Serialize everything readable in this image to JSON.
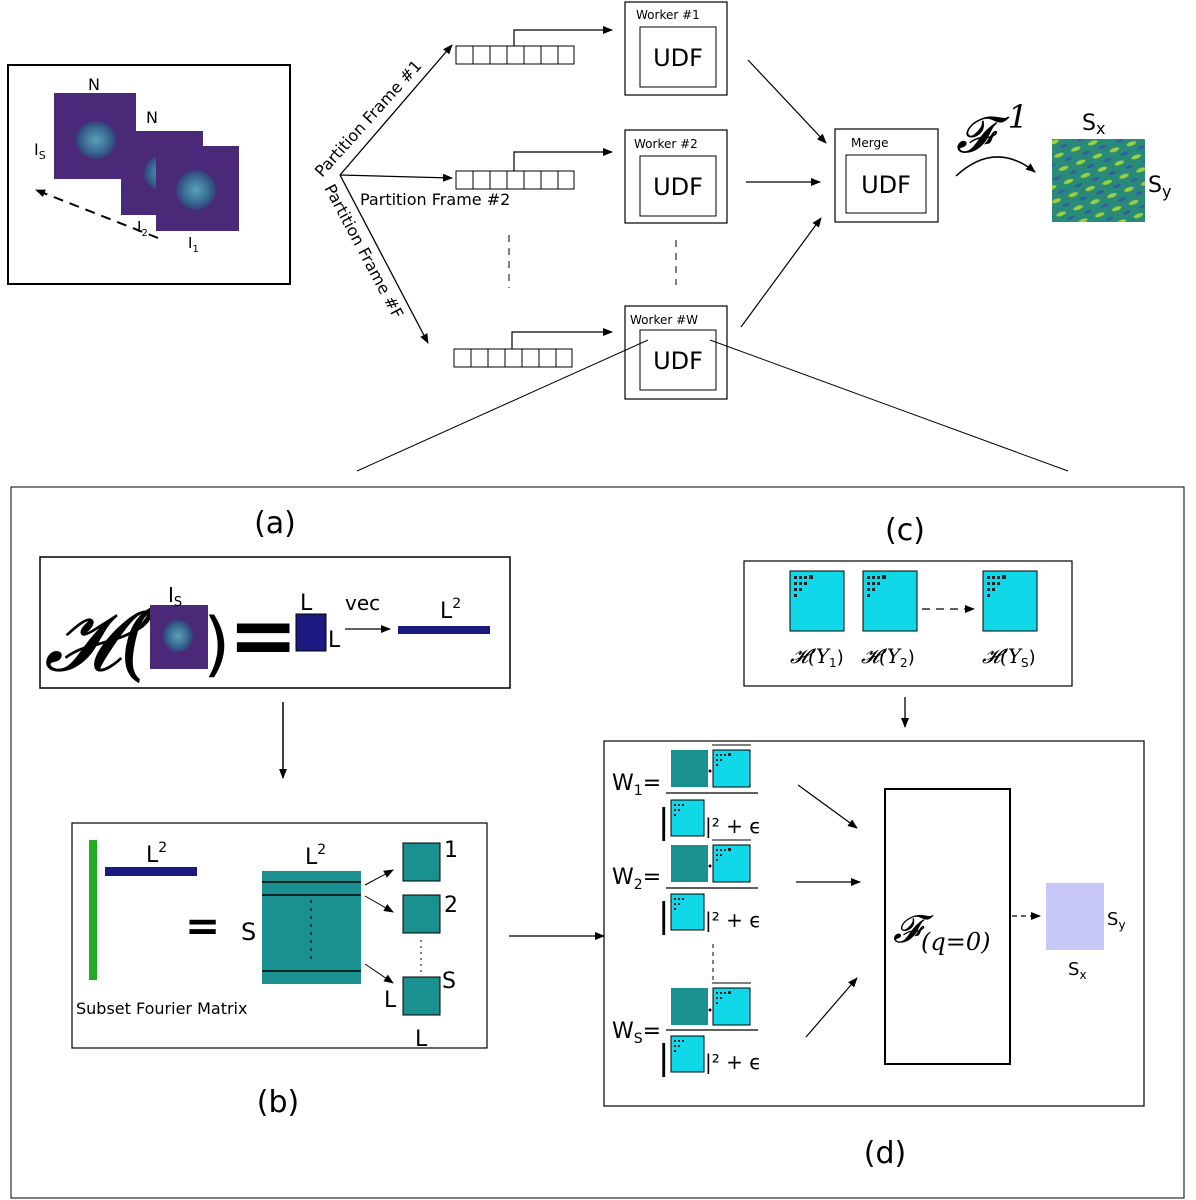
{
  "input": {
    "n_top": "N",
    "n_mid": "N",
    "i_s": "I",
    "i_s_sub": "S",
    "i_2": "I",
    "i_2_sub": "2",
    "i_1": "I",
    "i_1_sub": "1"
  },
  "partitions": {
    "p1": "Partition Frame #1",
    "p2": "Partition Frame #2",
    "pf": "Partition Frame #F"
  },
  "workers": {
    "w1": "Worker #1",
    "w2": "Worker #2",
    "ww": "Worker #W",
    "udf": "UDF"
  },
  "merge": {
    "title": "Merge",
    "udf": "UDF"
  },
  "inverse": {
    "op": "𝓕",
    "sup": "-1"
  },
  "output": {
    "sx": "S",
    "sx_sub": "x",
    "sy": "S",
    "sy_sub": "y"
  },
  "panel_labels": {
    "a": "(a)",
    "b": "(b)",
    "c": "(c)",
    "d": "(d)"
  },
  "panel_a": {
    "hankel": "𝓗(",
    "close": ")",
    "equals": "=",
    "is": "I",
    "is_sub": "S",
    "l_top": "L",
    "l_side": "L",
    "vec": "vec",
    "l2": "L",
    "l2_sup": "2"
  },
  "panel_b": {
    "l2_left": "L",
    "l2_left_sup": "2",
    "l2_mid": "L",
    "l2_mid_sup": "2",
    "equals": "=",
    "s": "S",
    "subset_fourier": "Subset Fourier Matrix",
    "idx_1": "1",
    "idx_2": "2",
    "idx_s": "S",
    "l_left": "L",
    "l_bottom": "L"
  },
  "panel_c": {
    "h1": "𝓗(Y",
    "h1_sub": "1",
    "h1_close": ")",
    "h2": "𝓗(Y",
    "h2_sub": "2",
    "h2_close": ")",
    "hs": "𝓗(Y",
    "hs_sub": "S",
    "hs_close": ")"
  },
  "panel_d": {
    "w1": "W",
    "w1_sub": "1",
    "w2": "W",
    "w2_sub": "2",
    "ws": "W",
    "ws_sub": "S",
    "eq": "=",
    "denom_tail": "|² + ϵ",
    "f": "𝓕",
    "f_sub": "(q=0)",
    "sy": "S",
    "sy_sub": "y",
    "sx": "S",
    "sx_sub": "x"
  },
  "colors": {
    "frame_purple": "#4a2a78",
    "blob": "#3d7a9a",
    "teal": "#1a9090",
    "cyan": "#10d8e8",
    "navy": "#1a1a80",
    "green": "#22aa22",
    "lavender": "#c8c8f8",
    "output_green": "#40a870"
  }
}
